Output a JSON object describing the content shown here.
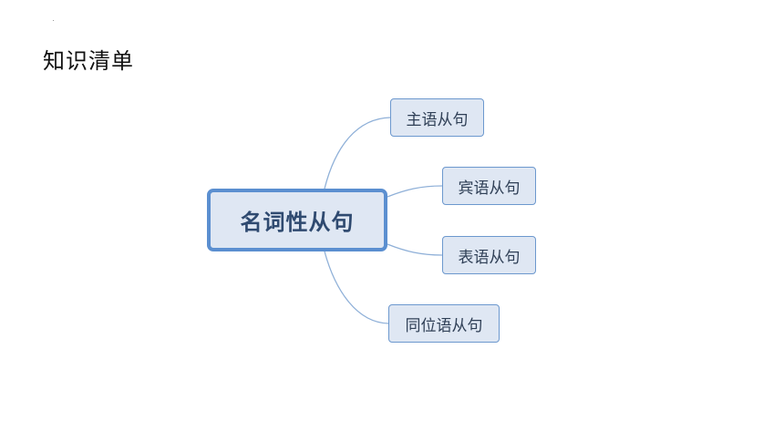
{
  "page": {
    "title": "知识清单"
  },
  "mindmap": {
    "root": {
      "label": "名词性从句"
    },
    "branches": [
      {
        "label": "主语从句"
      },
      {
        "label": "宾语从句"
      },
      {
        "label": "表语从句"
      },
      {
        "label": "同位语从句"
      }
    ]
  },
  "colors": {
    "node_fill": "#dfe7f3",
    "root_border": "#5b8fd0",
    "node_border": "#6c98ce",
    "connector": "#8fb0d8",
    "text": "#2f3f56"
  }
}
